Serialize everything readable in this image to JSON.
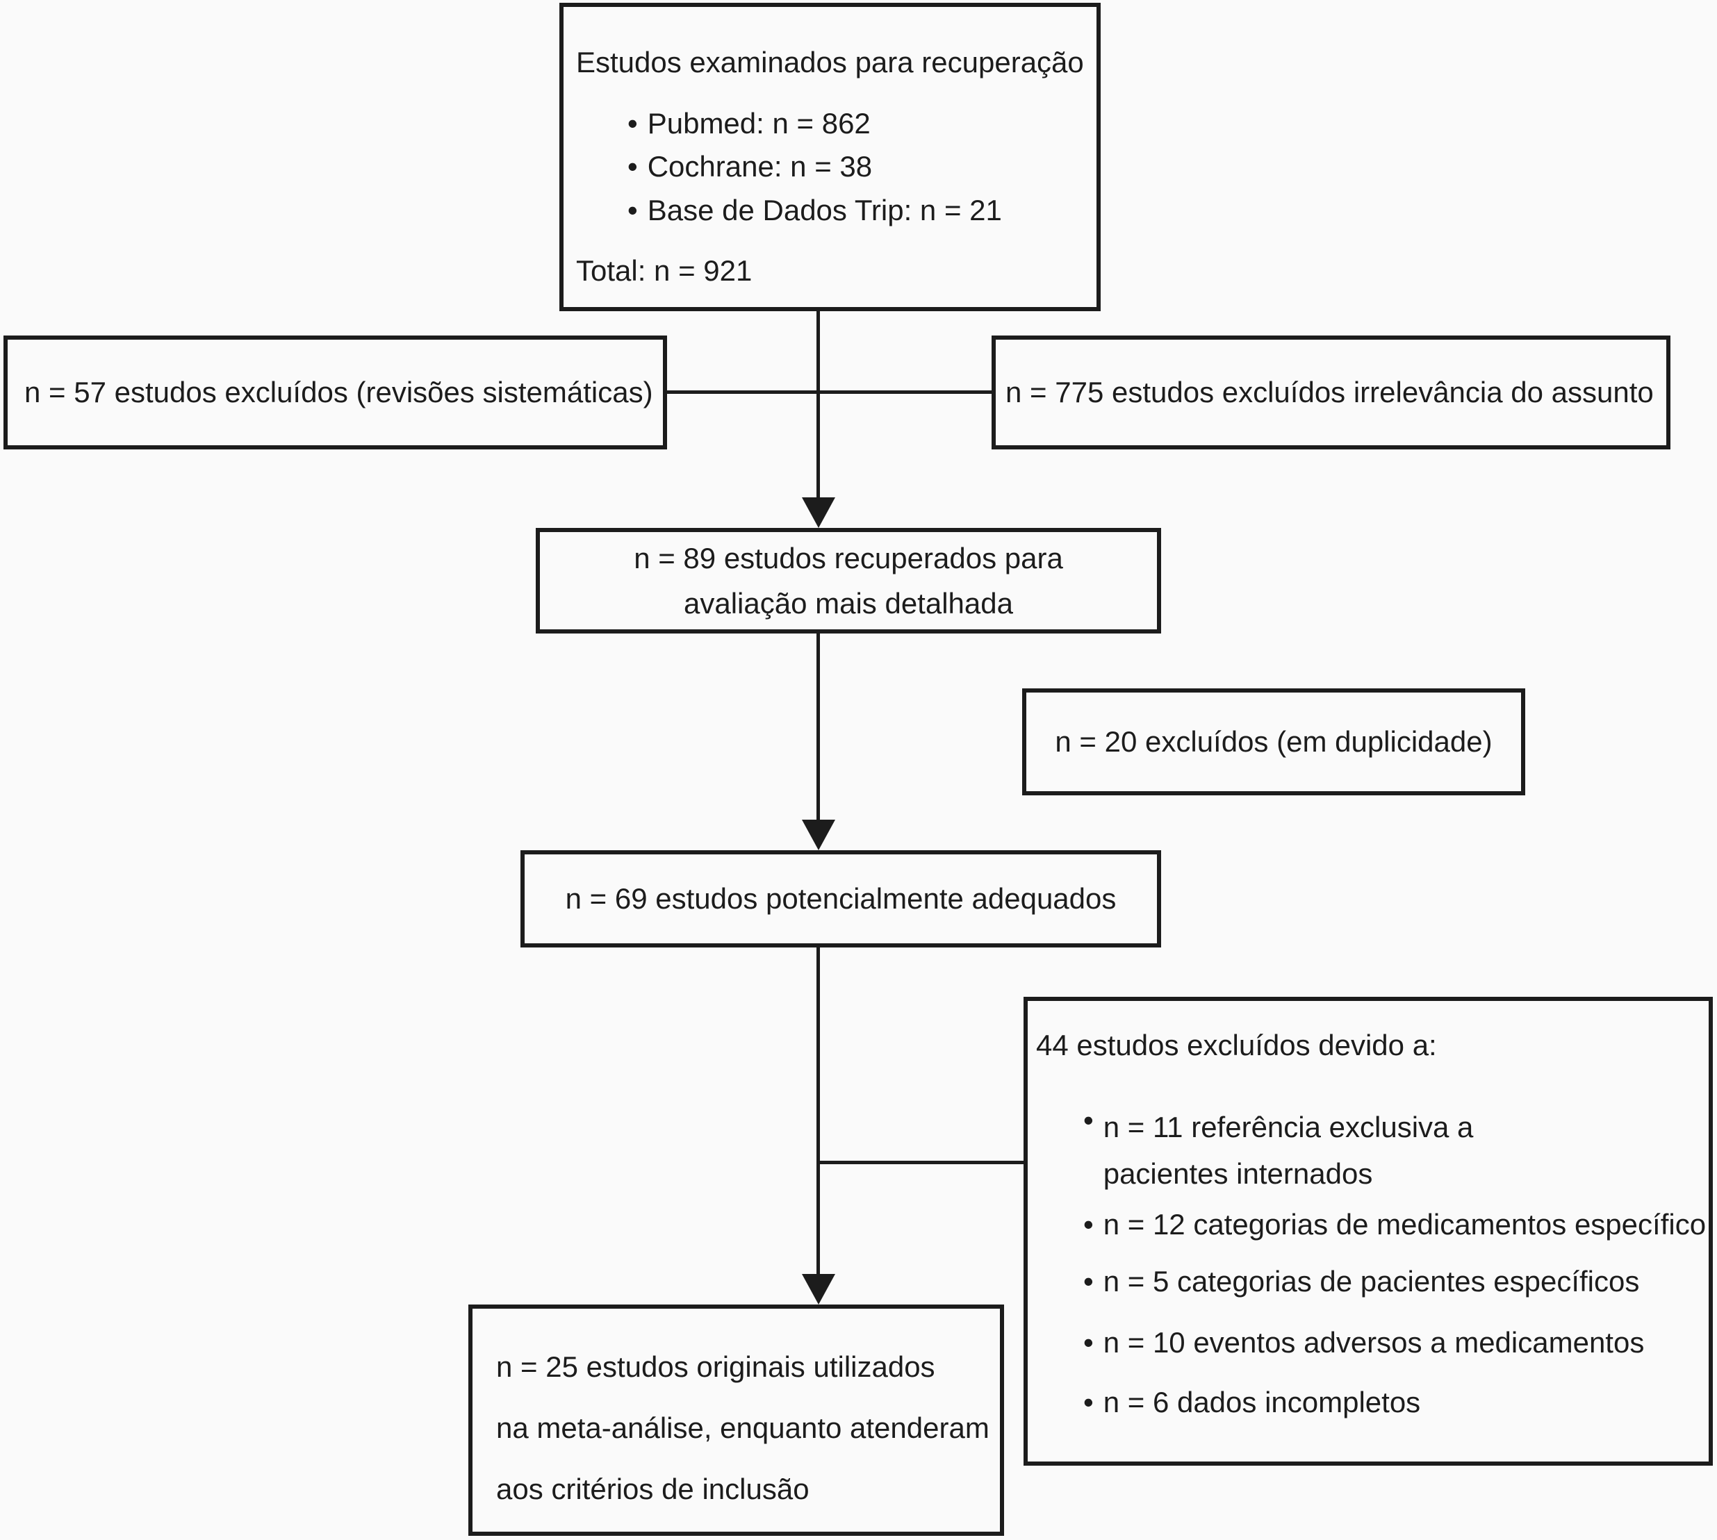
{
  "glyphs": {
    "bullet": "•"
  },
  "screened": {
    "title": "Estudos examinados para recuperação",
    "bullets": [
      "Pubmed: n = 862",
      "Cochrane: n = 38",
      "Base de Dados Trip: n = 21"
    ],
    "total": "Total: n = 921"
  },
  "excluded_reviews": {
    "text": "n = 57 estudos excluídos (revisões sistemáticas)"
  },
  "excluded_irrelevant": {
    "text": "n = 775 estudos excluídos irrelevância do assunto"
  },
  "retrieved": {
    "line1": "n = 89 estudos recuperados para",
    "line2": "avaliação mais detalhada"
  },
  "duplicates": {
    "text": "n = 20 excluídos (em duplicidade)"
  },
  "potentially_adequate": {
    "text": "n = 69 estudos potencialmente adequados"
  },
  "excluded_detail": {
    "title": "44 estudos excluídos devido a:",
    "items": [
      {
        "text": "n = 11 referência exclusiva a",
        "text2": "pacientes internados"
      },
      {
        "text": "n = 12 categorias de medicamentos específico"
      },
      {
        "text": "n = 5 categorias de pacientes específicos"
      },
      {
        "text": "n = 10 eventos adversos a medicamentos"
      },
      {
        "text": "n = 6 dados incompletos"
      }
    ]
  },
  "included": {
    "line1": "n = 25 estudos originais utilizados",
    "line2": "na meta-análise, enquanto atenderam",
    "line3": "aos critérios de inclusão"
  },
  "colors": {
    "line": "#1c1c1c",
    "background": "#fafafa"
  }
}
